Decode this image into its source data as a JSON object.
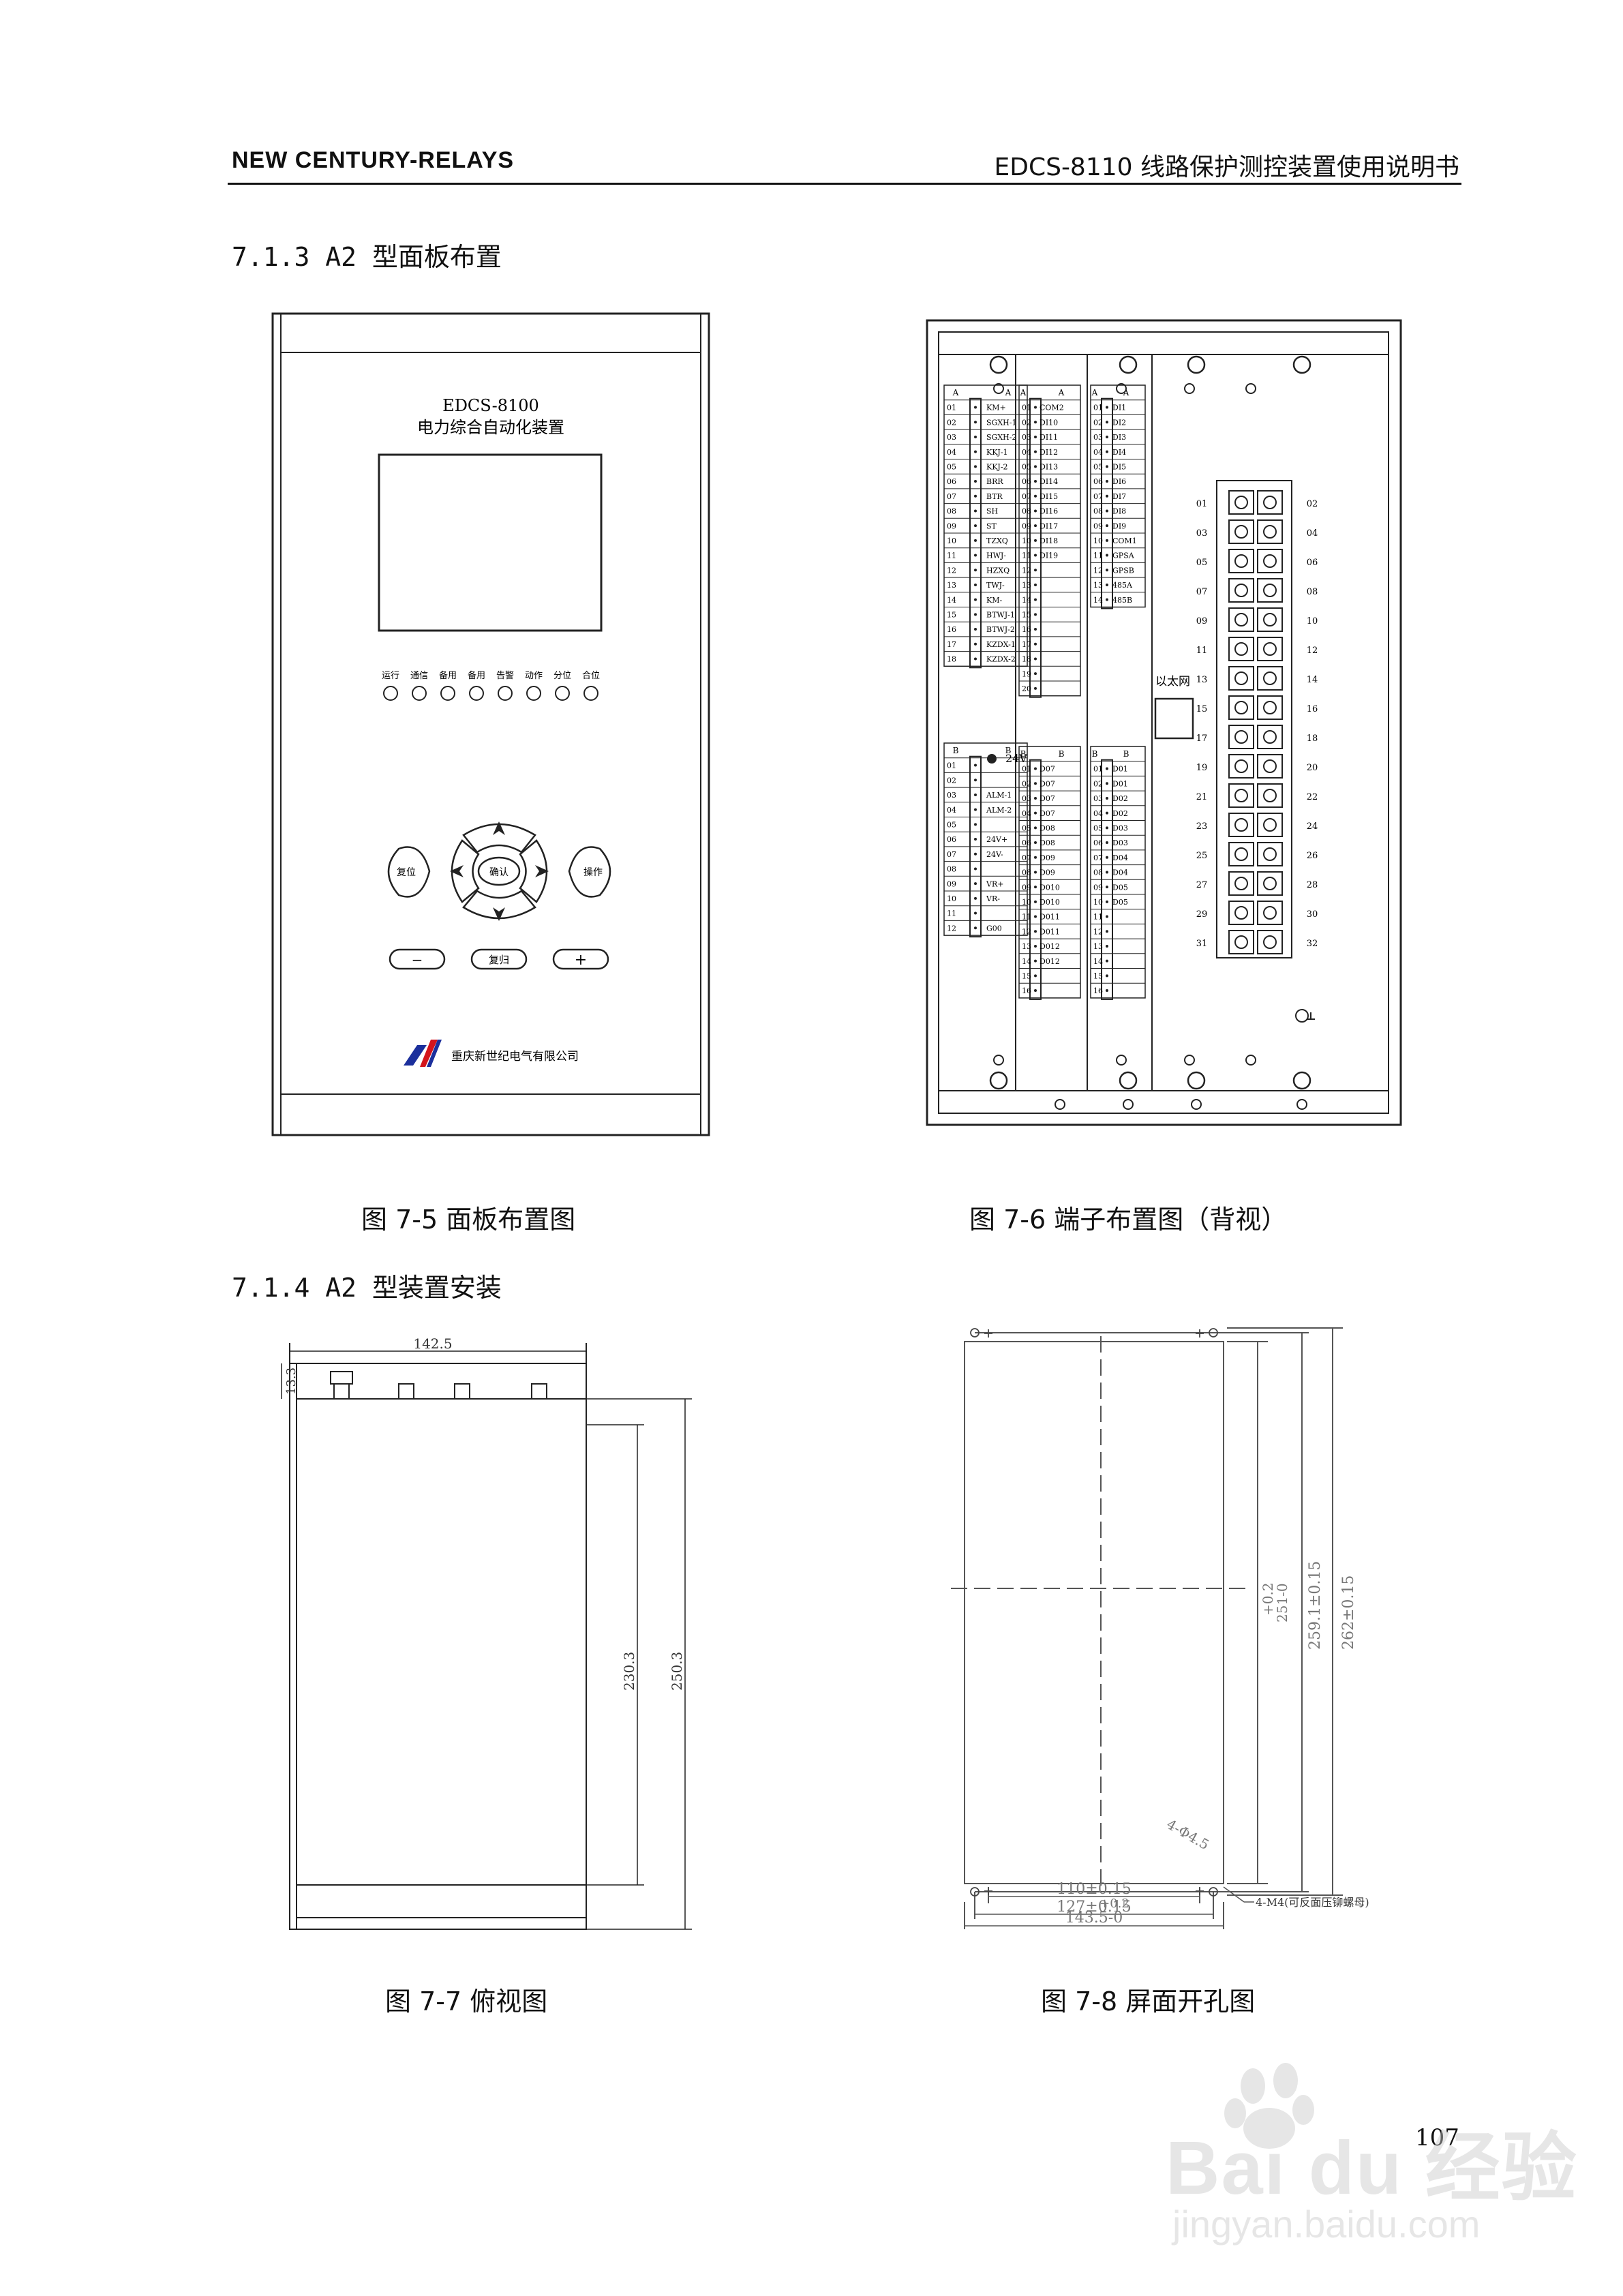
{
  "header": {
    "left": "NEW CENTURY-RELAYS",
    "right": "EDCS-8110 线路保护测控装置使用说明书"
  },
  "sections": {
    "s713": "7.1.3  A2 型面板布置",
    "s714": "7.1.4  A2 型装置安装"
  },
  "figures": {
    "fig5": "图 7-5   面板布置图",
    "fig6": "图 7-6   端子布置图（背视）",
    "fig7": "图 7-7   俯视图",
    "fig8": "图 7-8   屏面开孔图"
  },
  "panel": {
    "model": "EDCS-8100",
    "name": "电力综合自动化装置",
    "leds": [
      "运行",
      "通信",
      "备用",
      "备用",
      "告警",
      "动作",
      "分位",
      "合位"
    ],
    "keys": {
      "reset": "复位",
      "confirm": "确认",
      "operate": "操作",
      "minus": "−",
      "return": "复归",
      "plus": "+"
    },
    "company": "重庆新世纪电气有限公司"
  },
  "terminals": {
    "a_label": "A",
    "b_label": "B",
    "power_label": "24V",
    "ethernet_label": "以太网",
    "board1_a": [
      "KM+",
      "SGXH-1",
      "SGXH-2",
      "KKJ-1",
      "KKJ-2",
      "BRR",
      "BTR",
      "SH",
      "ST",
      "TZXQ",
      "HWJ-",
      "HZXQ",
      "TWJ-",
      "KM-",
      "BTWJ-1",
      "BTWJ-2",
      "KZDX-1",
      "KZDX-2"
    ],
    "board1_b": [
      "",
      "",
      "ALM-1",
      "ALM-2",
      "",
      "24V+",
      "24V-",
      "",
      "VR+",
      "VR-",
      "",
      "G00"
    ],
    "board2_a": [
      "COM2",
      "DI10",
      "DI11",
      "DI12",
      "DI13",
      "DI14",
      "DI15",
      "DI16",
      "DI17",
      "DI18",
      "DI19",
      "",
      "",
      "",
      "",
      "",
      "",
      "",
      "",
      ""
    ],
    "board2_b": [
      "D07",
      "D07",
      "D07",
      "D07",
      "D08",
      "D08",
      "D09",
      "D09",
      "D010",
      "D010",
      "D011",
      "D011",
      "D012",
      "D012",
      "",
      ""
    ],
    "board3_a": [
      "DI1",
      "DI2",
      "DI3",
      "DI4",
      "DI5",
      "DI6",
      "DI7",
      "DI8",
      "DI9",
      "COM1",
      "GPSA",
      "GPSB",
      "485A",
      "485B"
    ],
    "board3_b": [
      "D01",
      "D01",
      "D02",
      "D02",
      "D03",
      "D03",
      "D04",
      "D04",
      "D05",
      "D05",
      "",
      ""
    ],
    "block_left": [
      "01",
      "03",
      "05",
      "07",
      "09",
      "11",
      "13",
      "15",
      "17",
      "19",
      "21",
      "23",
      "25",
      "27",
      "29",
      "31"
    ],
    "block_right": [
      "02",
      "04",
      "06",
      "08",
      "10",
      "12",
      "14",
      "16",
      "18",
      "20",
      "22",
      "24",
      "26",
      "28",
      "30",
      "32"
    ]
  },
  "top_view": {
    "width": "142.5",
    "left_dim": "13.3",
    "inner_depth": "230.3",
    "outer_depth": "250.3"
  },
  "cutout": {
    "height_tol": "+0.2",
    "height_val": "251-0",
    "hole_v": "259.1±0.15",
    "outer_v": "262±0.15",
    "hole_label": "4-Φ4.5",
    "w1": "110±0.15",
    "w2": "127±0.15",
    "w3_tol": "+0.2",
    "w3_val": "143.5-0",
    "nut_note": "4-M4(可反面压铆螺母)"
  },
  "page_number": "107",
  "watermark": {
    "brand": "Bai du 经验",
    "url": "jingyan.baidu.com"
  }
}
